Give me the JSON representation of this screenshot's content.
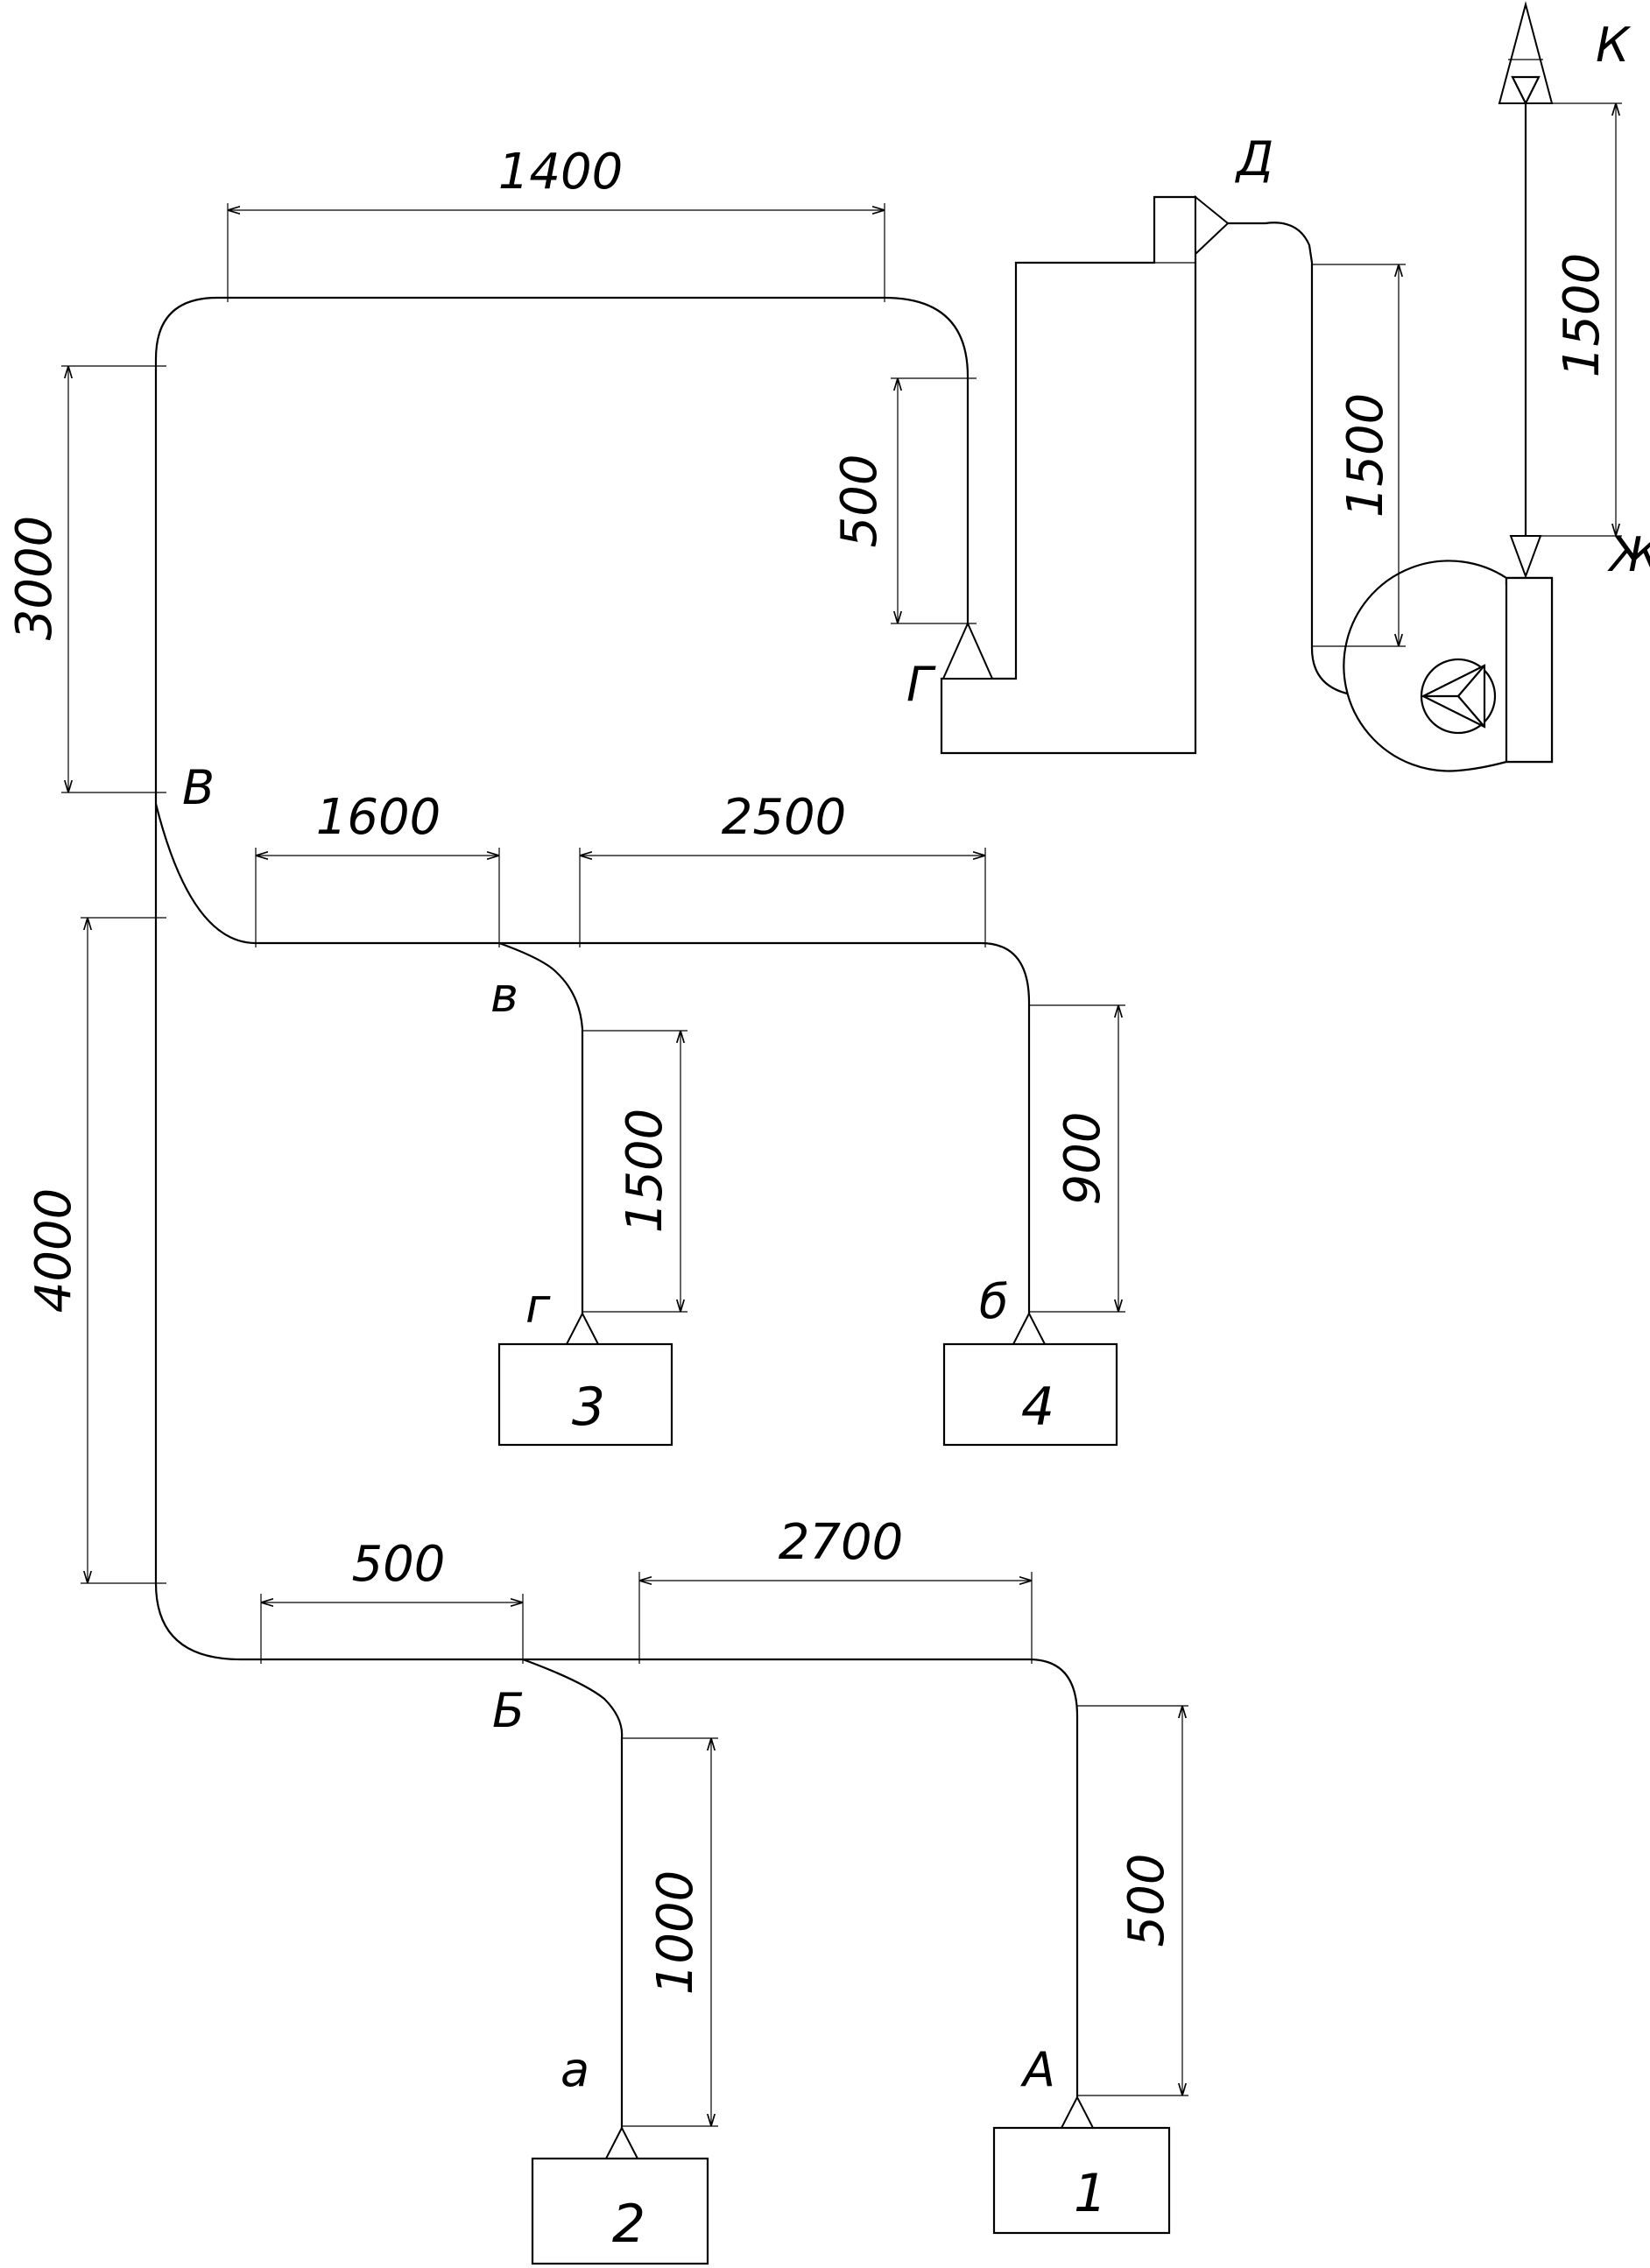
{
  "dimensions": {
    "top_run": "1400",
    "riser_cyclone_inlet": "500",
    "cyclone_to_fan": "1500",
    "exhaust_stack": "1500",
    "main_upper": "3000",
    "main_lower": "4000",
    "branch_v_left": "1600",
    "branch_v_right": "2500",
    "drop_3": "1500",
    "drop_4": "900",
    "branch_b_left": "500",
    "branch_b_right": "2700",
    "drop_2": "1000",
    "drop_1": "500"
  },
  "nodes": {
    "k": "К",
    "d": "Д",
    "g_upper": "Г",
    "zh": "Ж",
    "v_upper": "В",
    "v_lower": "в",
    "g_lower": "г",
    "b_lower": "б",
    "b_upper": "Б",
    "a_lower": "а",
    "a_upper": "А"
  },
  "units": {
    "u1": "1",
    "u2": "2",
    "u3": "3",
    "u4": "4"
  }
}
